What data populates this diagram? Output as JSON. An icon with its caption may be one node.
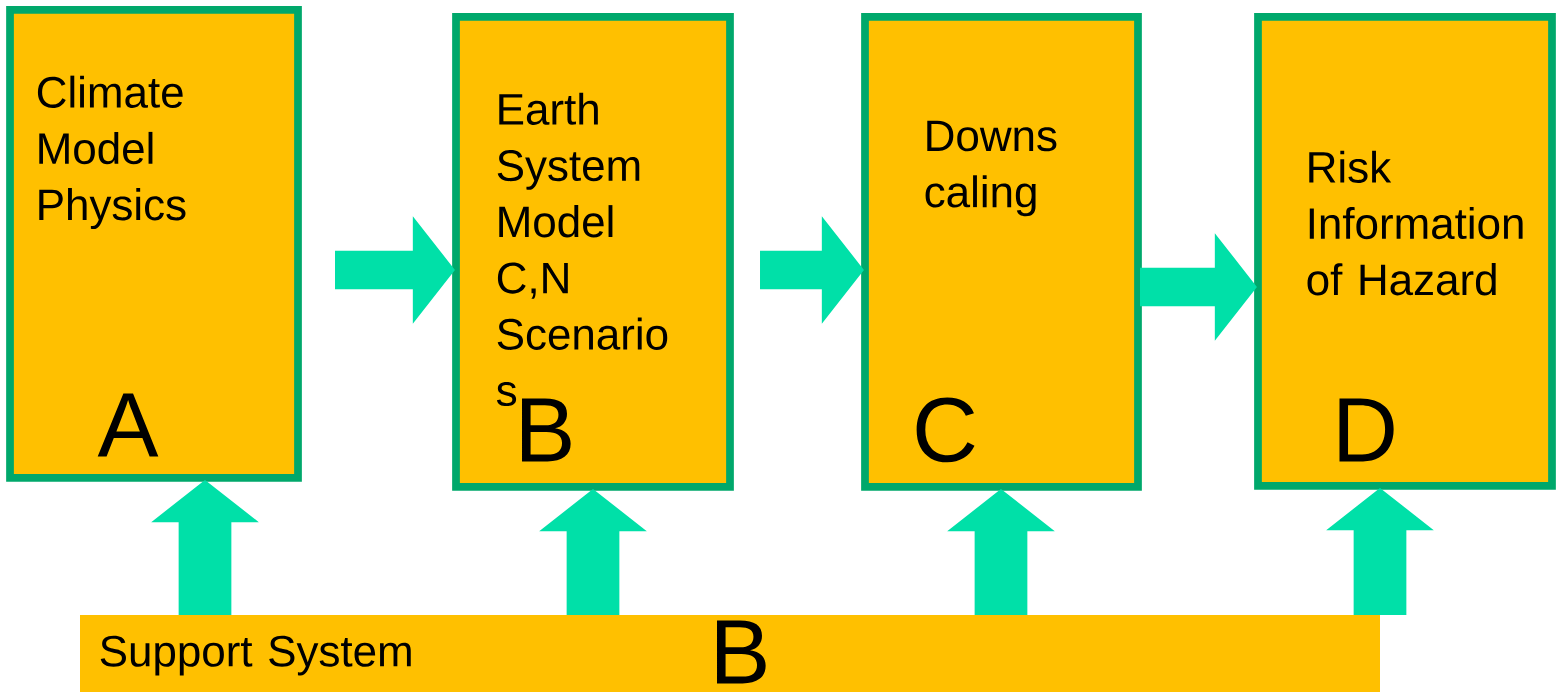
{
  "diagram": {
    "nodes": [
      {
        "text": [
          "Climate Model Physics",
          "A"
        ]
      },
      {
        "text": [
          "Earth System Model C,N Scenario s",
          "B"
        ]
      },
      {
        "text": [
          "Downs caling",
          "C"
        ]
      },
      {
        "text": [
          "Risk Information of Hazard",
          "D"
        ]
      },
      {
        "text": [
          "Support System",
          "B"
        ]
      }
    ],
    "edges": [
      {
        "from": 0,
        "to": 1,
        "arrow": "to"
      },
      {
        "from": 1,
        "to": 2,
        "arrow": "to"
      },
      {
        "from": 2,
        "to": 3,
        "arrow": "to"
      },
      {
        "from": 4,
        "to": 0,
        "arrow": "to"
      },
      {
        "from": 4,
        "to": 1,
        "arrow": "to"
      },
      {
        "from": 4,
        "to": 2,
        "arrow": "to"
      },
      {
        "from": 4,
        "to": 3,
        "arrow": "to"
      }
    ]
  }
}
